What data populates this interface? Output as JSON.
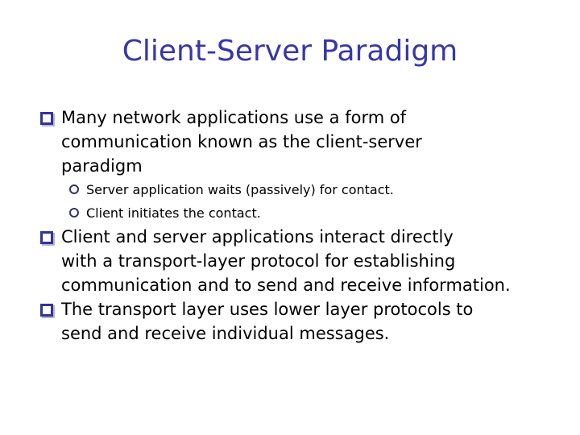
{
  "slide": {
    "title": "Client-Server Paradigm",
    "colors": {
      "title_text": "#3737aa",
      "square_bullet": "#333399",
      "square_bullet_shadow": "#b3b3d9",
      "circle_bullet": "#333366",
      "body_text": "#000000",
      "background": "#ffffff"
    },
    "bullets": [
      {
        "level": 1,
        "marker": "square-bullet-icon",
        "lines": [
          "Many network applications use a form of",
          "communication known as the client-server",
          "paradigm"
        ]
      },
      {
        "level": 2,
        "marker": "circle-bullet-icon",
        "lines": [
          "Server application waits (passively) for contact."
        ]
      },
      {
        "level": 2,
        "marker": "circle-bullet-icon",
        "lines": [
          "Client initiates the contact."
        ]
      },
      {
        "level": 1,
        "marker": "square-bullet-icon",
        "lines": [
          "Client and server applications interact directly",
          "with a transport-layer protocol for establishing",
          "communication and to send and receive information."
        ]
      },
      {
        "level": 1,
        "marker": "square-bullet-icon",
        "lines": [
          "The transport layer uses lower layer protocols to",
          "send and receive individual messages."
        ]
      }
    ]
  }
}
